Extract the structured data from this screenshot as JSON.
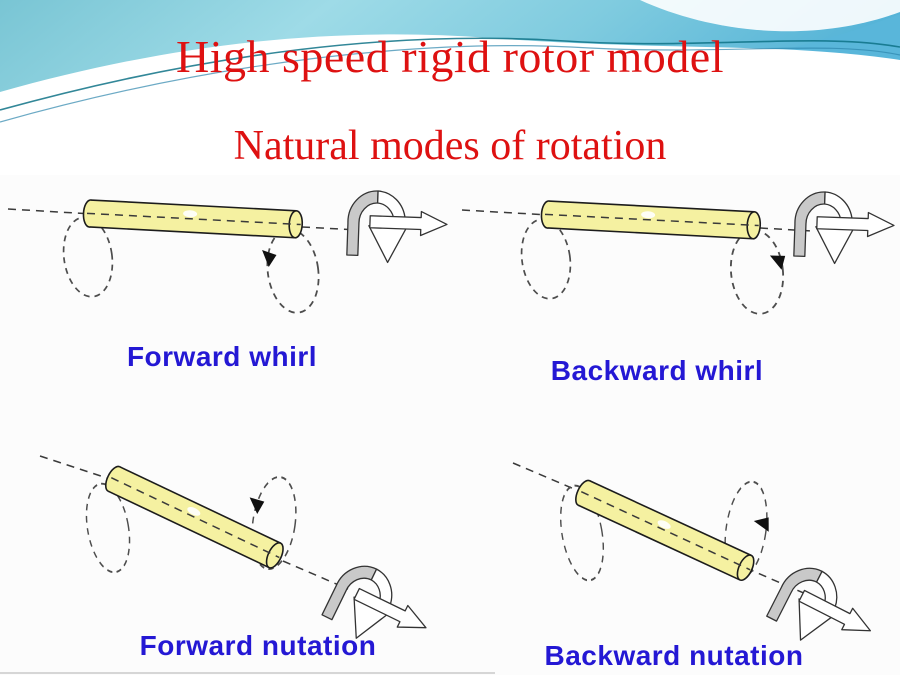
{
  "slide": {
    "title": "High speed rigid rotor model",
    "subtitle": "Natural modes of rotation"
  },
  "diagrams": [
    {
      "id": "forward-whirl",
      "label": "Forward whirl"
    },
    {
      "id": "backward-whirl",
      "label": "Backward whirl"
    },
    {
      "id": "forward-nutation",
      "label": "Forward nutation"
    },
    {
      "id": "backward-nutation",
      "label": "Backward nutation"
    }
  ],
  "colors": {
    "title_red": "#de1111",
    "label_blue": "#2418d4",
    "rotor_yellow": "#f5f1a1",
    "rotor_outline": "#1c1c1c",
    "orbit_gray": "#4d4d4d",
    "spin_arrow_gray": "#c9c9c9"
  }
}
